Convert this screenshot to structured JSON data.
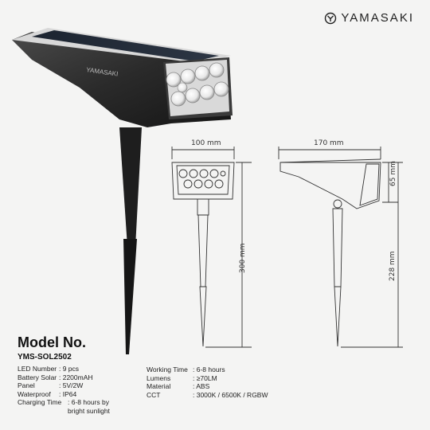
{
  "brand": {
    "name": "YAMASAKI",
    "logo_icon": "yamasaki-logo-icon"
  },
  "product": {
    "body_logo": "YAMASAKI"
  },
  "dimensions": {
    "front_width": "100 mm",
    "front_height": "300 mm",
    "side_width": "170 mm",
    "side_head_height": "65 mm",
    "side_height": "228 mm"
  },
  "model": {
    "title": "Model No.",
    "code": "YMS-SOL2502"
  },
  "specs_left": [
    {
      "key": "LED  Number",
      "value": ": 9 pcs"
    },
    {
      "key": "Battery Solar",
      "value": ": 2200mAH"
    },
    {
      "key": "Panel",
      "value": ": 5V/2W"
    },
    {
      "key": "Waterproof",
      "value": ": IP64"
    }
  ],
  "specs_right": [
    {
      "key": "Working Time",
      "value": ": 6-8 hours"
    },
    {
      "key": "Lumens",
      "value": ":  ≥70LM"
    },
    {
      "key": "Material",
      "value": ": ABS"
    },
    {
      "key": "CCT",
      "value": ": 3000K / 6500K / RGBW"
    }
  ],
  "charging": {
    "key": "Charging Time",
    "value_line1": ": 6-8 hours by",
    "value_line2": "bright sunlight"
  }
}
